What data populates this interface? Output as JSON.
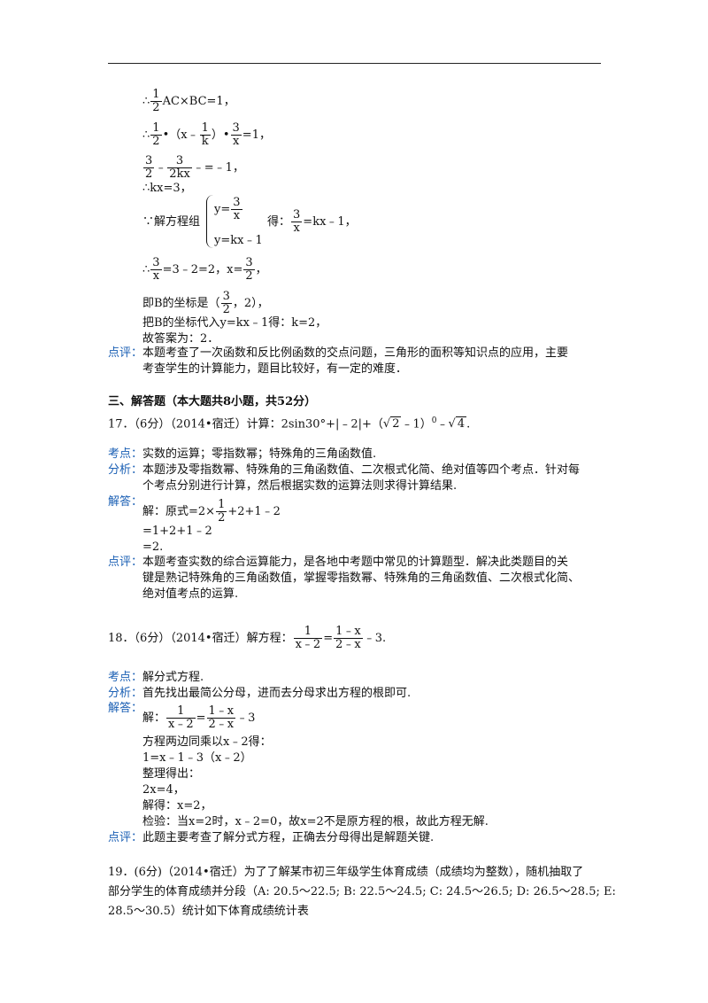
{
  "top_block": {
    "l1_pre": "∴",
    "l1_frac_n": "1",
    "l1_frac_d": "2",
    "l1_post": "AC×BC=1，",
    "l2_pre": "∴",
    "l2_f1n": "1",
    "l2_f1d": "2",
    "l2_mid1": "•（x﹣",
    "l2_f2n": "1",
    "l2_f2d": "k",
    "l2_mid2": "）•",
    "l2_f3n": "3",
    "l2_f3d": "x",
    "l2_post": "=1，",
    "l3_f1n": "3",
    "l3_f1d": "2",
    "l3_mid": "﹣",
    "l3_f2n": "3",
    "l3_f2d": "2kx",
    "l3_post": "﹣=﹣1，",
    "l4": "∴kx=3，",
    "l5_pre": "∵解方程组",
    "l5_sys1_pre": "y=",
    "l5_sys1_n": "3",
    "l5_sys1_d": "x",
    "l5_sys2": "y=kx﹣1",
    "l5_mid": "得：",
    "l5_fn": "3",
    "l5_fd": "x",
    "l5_post": "=kx﹣1，",
    "l6_pre": "∴",
    "l6_fn": "3",
    "l6_fd": "x",
    "l6_mid": "=3﹣2=2，x=",
    "l6_f2n": "3",
    "l6_f2d": "2",
    "l6_post": "，",
    "l7_pre": "即B的坐标是（",
    "l7_fn": "3",
    "l7_fd": "2",
    "l7_post": "，2），",
    "l8": "把B的坐标代入y=kx﹣1得：k=2，",
    "l9": "故答案为：2．"
  },
  "review1": {
    "label": "点评：",
    "text1": "本题考查了一次函数和反比例函数的交点问题，三角形的面积等知识点的应用，主要",
    "text2": "考查学生的计算能力，题目比较好，有一定的难度．"
  },
  "section3_title": "三、解答题（本大题共8小题，共52分）",
  "q17": {
    "head": "17．（6分）（2014•宿迁）计算：2sin30°+|﹣2|+（",
    "sqrt1": "2",
    "head2": "﹣1）",
    "sup": "0",
    "head3": "﹣",
    "sqrt2": "4",
    "head4": ".",
    "kaodian_label": "考点：",
    "kaodian": "实数的运算；零指数幂；特殊角的三角函数值.",
    "fenxi_label": "分析：",
    "fenxi1": "本题涉及零指数幂、特殊角的三角函数值、二次根式化简、绝对值等四个考点．针对每",
    "fenxi2": "个考点分别进行计算，然后根据实数的运算法则求得计算结果.",
    "jieda_label": "解答：",
    "s1_pre": "解：原式=2×",
    "s1_fn": "1",
    "s1_fd": "2",
    "s1_post": "+2+1﹣2",
    "s2": "=1+2+1﹣2",
    "s3": "=2.",
    "review_label": "点评：",
    "review1": "本题考查实数的综合运算能力，是各地中考题中常见的计算题型．解决此类题目的关",
    "review2": "键是熟记特殊角的三角函数值，掌握零指数幂、特殊角的三角函数值、二次根式化简、",
    "review3": "绝对值考点的运算."
  },
  "q18": {
    "head": "18．（6分）（2014•宿迁）解方程：",
    "f1n": "1",
    "f1d": "x﹣2",
    "eq": "=",
    "f2n": "1﹣x",
    "f2d": "2﹣x",
    "tail": "﹣3.",
    "kaodian_label": "考点：",
    "kaodian": "解分式方程.",
    "fenxi_label": "分析：",
    "fenxi": "首先找出最简公分母，进而去分母求出方程的根即可.",
    "jieda_label": "解答：",
    "s1_pre": "解：",
    "s1_f1n": "1",
    "s1_f1d": "x﹣2",
    "s1_eq": "=",
    "s1_f2n": "1﹣x",
    "s1_f2d": "2﹣x",
    "s1_tail": "﹣3",
    "s2": "方程两边同乘以x﹣2得：",
    "s3": "1=x﹣1﹣3（x﹣2）",
    "s4": "整理得出：",
    "s5": "2x=4，",
    "s6": "解得：x=2，",
    "s7": "检验：当x=2时，x﹣2=0，故x=2不是原方程的根，故此方程无解.",
    "review_label": "点评：",
    "review": "此题主要考查了解分式方程，正确去分母得出是解题关键."
  },
  "q19": {
    "l1": "19．(6分)（2014•宿迁）为了了解某市初三年级学生体育成绩（成绩均为整数），随机抽取了",
    "l2": "部分学生的体育成绩并分段（A: 20.5～22.5; B: 22.5～24.5; C: 24.5～26.5; D: 26.5～28.5; E:",
    "l3": "28.5～30.5）统计如下体育成绩统计表"
  }
}
